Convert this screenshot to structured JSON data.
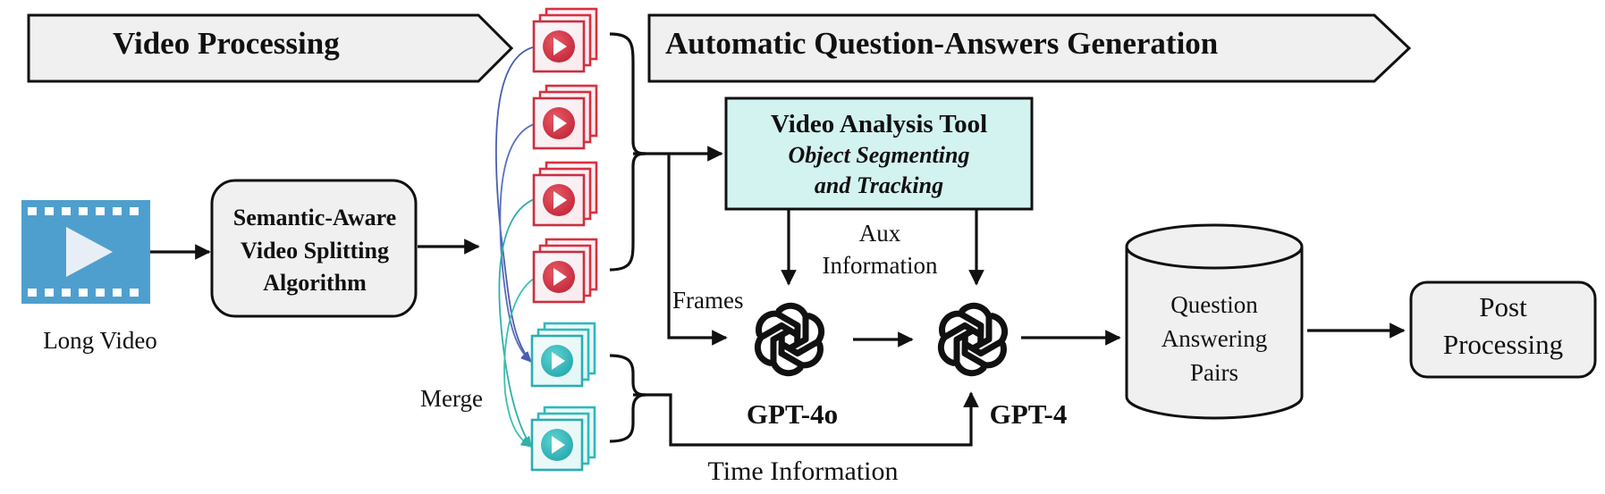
{
  "banners": {
    "video_processing": "Video Processing",
    "qa_generation": "Automatic Question-Answers Generation"
  },
  "input": {
    "label": "Long Video"
  },
  "splitter": {
    "line1": "Semantic-Aware",
    "line2": "Video Splitting",
    "line3": "Algorithm"
  },
  "merge_label": "Merge",
  "analysis_tool": {
    "title": "Video Analysis Tool",
    "subtitle1": "Object Segmenting",
    "subtitle2": "and Tracking"
  },
  "edges": {
    "aux_line1": "Aux",
    "aux_line2": "Information",
    "frames": "Frames",
    "time_information": "Time Information"
  },
  "models": {
    "gpt4o": "GPT-4o",
    "gpt4": "GPT-4"
  },
  "qa_store": {
    "line1": "Question",
    "line2": "Answering",
    "line3": "Pairs"
  },
  "post": {
    "line1": "Post",
    "line2": "Processing"
  },
  "colors": {
    "film_blue": "#4f9fce",
    "clip_red": "#d9303f",
    "clip_teal": "#2fb9bd",
    "tool_fill": "#d3f3f1",
    "banner_fill": "#f0f0f0",
    "box_fill": "#f0f0f0"
  },
  "icons": {
    "input": "film-play-icon",
    "clips": "video-clip-stack-icon",
    "models": "openai-logo-icon"
  }
}
